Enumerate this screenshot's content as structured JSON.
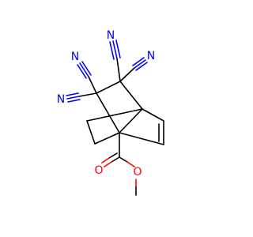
{
  "molecule": {
    "atom_labels": {
      "n1": "N",
      "n2": "N",
      "n3": "N",
      "n4": "N",
      "o_carbonyl": "O",
      "o_ester": "O"
    },
    "colors": {
      "carbon": "#000000",
      "nitrogen": "#0000ff",
      "oxygen": "#ff0000",
      "background": "#ffffff"
    }
  }
}
